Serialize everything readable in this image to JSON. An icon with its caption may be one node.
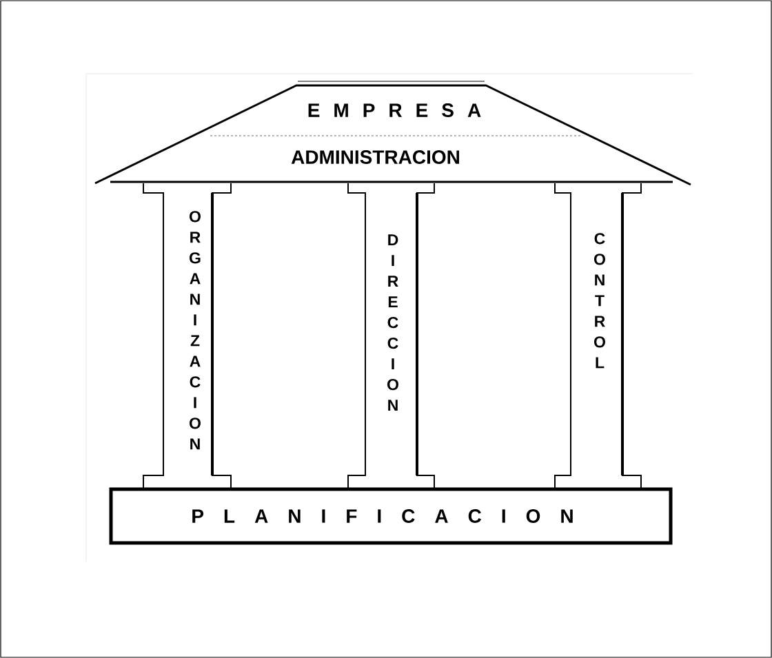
{
  "diagram": {
    "nodes": [
      {
        "text": [
          "E M P R E S A",
          "ADMINISTRACION"
        ]
      },
      {
        "text": [
          "ORGANIZACION"
        ]
      },
      {
        "text": [
          "DIRECCION"
        ]
      },
      {
        "text": [
          "CONTROL"
        ]
      },
      {
        "text": [
          "P L A N I F I C A C I O N"
        ]
      }
    ]
  }
}
